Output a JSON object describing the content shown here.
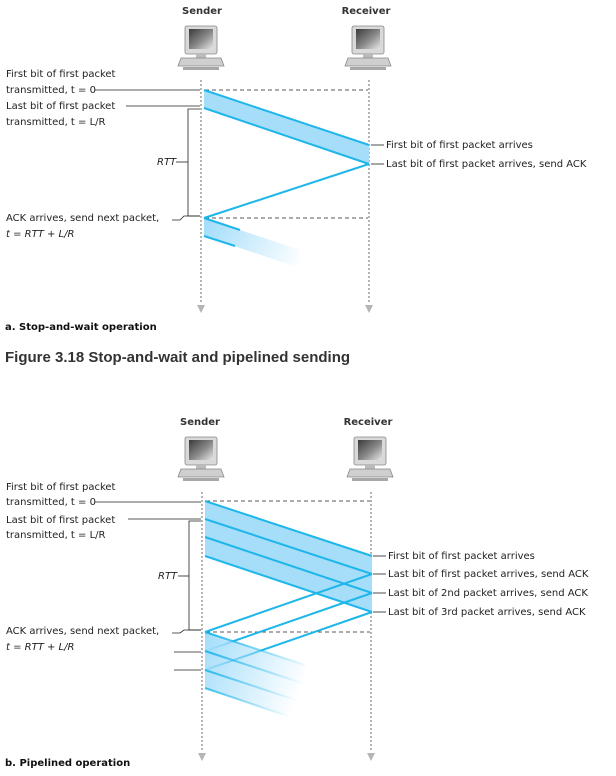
{
  "caption": "Figure 3.18 Stop-and-wait and pipelined sending",
  "colors": {
    "band": "#1fb6ea",
    "band_fill": "#a6defa",
    "text": "#222222"
  },
  "a": {
    "sender": "Sender",
    "receiver": "Receiver",
    "l1": "First bit of first packet",
    "l2": "transmitted, t = 0",
    "l3": "Last bit of first packet",
    "l4": "transmitted, t = L/R",
    "rtt": "RTT",
    "ack1": "ACK arrives, send next packet,",
    "ack2": "t = RTT + L/R",
    "r1": "First bit of first packet arrives",
    "r2": "Last bit of first packet arrives, send ACK",
    "caption": "a. Stop-and-wait operation"
  },
  "b": {
    "sender": "Sender",
    "receiver": "Receiver",
    "l1": "First bit of first packet",
    "l2": "transmitted, t = 0",
    "l3": "Last bit of first packet",
    "l4": "transmitted, t = L/R",
    "rtt": "RTT",
    "ack1": "ACK arrives, send next packet,",
    "ack2": "t = RTT + L/R",
    "r1": "First bit of first packet arrives",
    "r2": "Last bit of first packet arrives, send ACK",
    "r3": "Last bit of 2nd packet arrives, send ACK",
    "r4": "Last bit of 3rd packet arrives, send ACK",
    "caption": "b. Pipelined operation"
  }
}
